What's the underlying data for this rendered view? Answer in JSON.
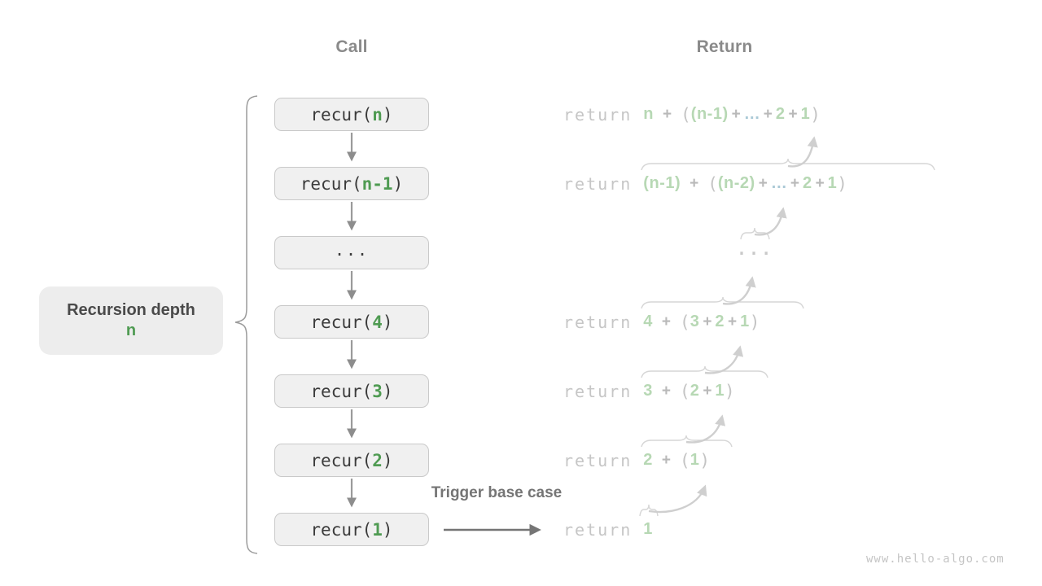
{
  "headers": {
    "call": "Call",
    "return": "Return"
  },
  "depth_label": {
    "line1": "Recursion depth",
    "line2": "n"
  },
  "trigger_label": "Trigger base case",
  "watermark": "www.hello-algo.com",
  "colors": {
    "call_green": "#4f9b52",
    "return_green": "#b7d8b4",
    "ellipsis_blue": "#aac9d6",
    "muted_gray": "#c6c6c6",
    "box_bg": "#f0f0f0",
    "box_border": "#c9c9c9",
    "header_gray": "#8a8a8a",
    "trigger_gray": "#757575"
  },
  "call_column": {
    "boxes": [
      {
        "name": "recur-n",
        "tokens": [
          {
            "t": "recur(",
            "s": "code"
          },
          {
            "t": "n",
            "s": "green"
          },
          {
            "t": ")",
            "s": "code"
          }
        ]
      },
      {
        "name": "recur-n-1",
        "tokens": [
          {
            "t": "recur(",
            "s": "code"
          },
          {
            "t": "n-1",
            "s": "green"
          },
          {
            "t": ")",
            "s": "code"
          }
        ]
      },
      {
        "name": "ellipsis",
        "tokens": [
          {
            "t": "...",
            "s": "dots"
          }
        ]
      },
      {
        "name": "recur-4",
        "tokens": [
          {
            "t": "recur(",
            "s": "code"
          },
          {
            "t": "4",
            "s": "green"
          },
          {
            "t": ")",
            "s": "code"
          }
        ]
      },
      {
        "name": "recur-3",
        "tokens": [
          {
            "t": "recur(",
            "s": "code"
          },
          {
            "t": "3",
            "s": "green"
          },
          {
            "t": ")",
            "s": "code"
          }
        ]
      },
      {
        "name": "recur-2",
        "tokens": [
          {
            "t": "recur(",
            "s": "code"
          },
          {
            "t": "2",
            "s": "green"
          },
          {
            "t": ")",
            "s": "code"
          }
        ]
      },
      {
        "name": "recur-1",
        "tokens": [
          {
            "t": "recur(",
            "s": "code"
          },
          {
            "t": "1",
            "s": "green"
          },
          {
            "t": ")",
            "s": "code"
          }
        ]
      }
    ]
  },
  "return_column": {
    "lines": [
      {
        "name": "return-n",
        "tokens": [
          {
            "t": "return ",
            "s": "kw"
          },
          {
            "t": "n",
            "s": "lg"
          },
          {
            "t": "+",
            "s": "opw"
          },
          {
            "t": "(",
            "s": "par"
          },
          {
            "t": "(n-1)",
            "s": "lg"
          },
          {
            "t": "+",
            "s": "op"
          },
          {
            "t": "…",
            "s": "bl"
          },
          {
            "t": "+",
            "s": "op"
          },
          {
            "t": "2",
            "s": "lg"
          },
          {
            "t": "+",
            "s": "op"
          },
          {
            "t": "1",
            "s": "lg"
          },
          {
            "t": ")",
            "s": "par"
          }
        ]
      },
      {
        "name": "return-n-1",
        "tokens": [
          {
            "t": "return ",
            "s": "kw"
          },
          {
            "t": "(n-1)",
            "s": "lg"
          },
          {
            "t": "+",
            "s": "opw"
          },
          {
            "t": "(",
            "s": "par"
          },
          {
            "t": "(n-2)",
            "s": "lg"
          },
          {
            "t": "+",
            "s": "op"
          },
          {
            "t": "…",
            "s": "bl"
          },
          {
            "t": "+",
            "s": "op"
          },
          {
            "t": "2",
            "s": "lg"
          },
          {
            "t": "+",
            "s": "op"
          },
          {
            "t": "1",
            "s": "lg"
          },
          {
            "t": ")",
            "s": "par"
          }
        ]
      },
      {
        "name": "return-ellipsis",
        "tokens": [
          {
            "t": "...",
            "s": "rdots"
          }
        ]
      },
      {
        "name": "return-4",
        "tokens": [
          {
            "t": "return ",
            "s": "kw"
          },
          {
            "t": "4",
            "s": "lg"
          },
          {
            "t": "+",
            "s": "opw"
          },
          {
            "t": "(",
            "s": "par"
          },
          {
            "t": "3",
            "s": "lg"
          },
          {
            "t": "+",
            "s": "op"
          },
          {
            "t": "2",
            "s": "lg"
          },
          {
            "t": "+",
            "s": "op"
          },
          {
            "t": "1",
            "s": "lg"
          },
          {
            "t": ")",
            "s": "par"
          }
        ]
      },
      {
        "name": "return-3",
        "tokens": [
          {
            "t": "return ",
            "s": "kw"
          },
          {
            "t": "3",
            "s": "lg"
          },
          {
            "t": "+",
            "s": "opw"
          },
          {
            "t": "(",
            "s": "par"
          },
          {
            "t": "2",
            "s": "lg"
          },
          {
            "t": "+",
            "s": "op"
          },
          {
            "t": "1",
            "s": "lg"
          },
          {
            "t": ")",
            "s": "par"
          }
        ]
      },
      {
        "name": "return-2",
        "tokens": [
          {
            "t": "return ",
            "s": "kw"
          },
          {
            "t": "2",
            "s": "lg"
          },
          {
            "t": "+",
            "s": "opw"
          },
          {
            "t": "(",
            "s": "par"
          },
          {
            "t": "1",
            "s": "lg"
          },
          {
            "t": ")",
            "s": "par"
          }
        ]
      },
      {
        "name": "return-1",
        "tokens": [
          {
            "t": "return ",
            "s": "kw"
          },
          {
            "t": "1",
            "s": "lg"
          }
        ]
      }
    ]
  }
}
